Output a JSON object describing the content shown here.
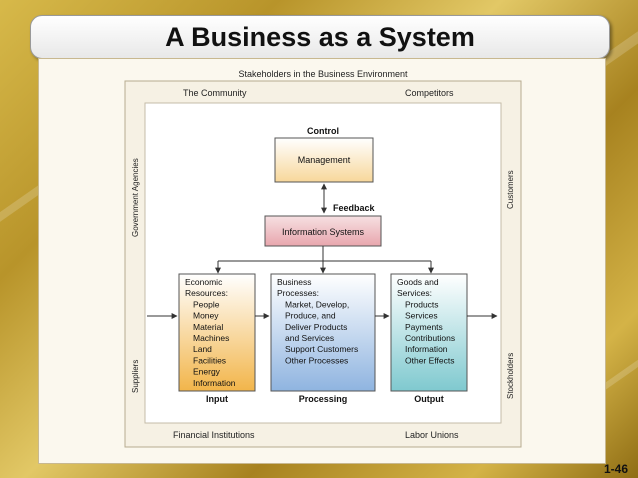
{
  "slide": {
    "title": "A Business as a System",
    "page_number": "1-46"
  },
  "diagram": {
    "outer_label": "Stakeholders in the Business Environment",
    "stakeholders": {
      "community": "The Community",
      "competitors": "Competitors",
      "government": "Government Agencies",
      "customers": "Customers",
      "suppliers": "Suppliers",
      "stockholders": "Stockholders",
      "financial": "Financial Institutions",
      "labor": "Labor Unions"
    },
    "control_label": "Control",
    "management": "Management",
    "feedback_label": "Feedback",
    "information_systems": "Information Systems",
    "input": {
      "label": "Input",
      "lines": [
        "Economic",
        "Resources:",
        "People",
        "Money",
        "Material",
        "Machines",
        "Land",
        "Facilities",
        "Energy",
        "Information"
      ]
    },
    "processing": {
      "label": "Processing",
      "lines": [
        "Business",
        "Processes:",
        "Market, Develop,",
        "Produce, and",
        "Deliver Products",
        "and Services",
        "Support Customers",
        "Other Processes"
      ]
    },
    "output": {
      "label": "Output",
      "lines": [
        "Goods and",
        "Services:",
        "Products",
        "Services",
        "Payments",
        "Contributions",
        "Information",
        "Other Effects"
      ]
    }
  },
  "colors": {
    "management_fill": "#f7d79a",
    "info_fill": "#e8a6ad",
    "input_fill": "#f2b54a",
    "processing_fill": "#8fb4e0",
    "output_fill": "#7fc9cf"
  }
}
